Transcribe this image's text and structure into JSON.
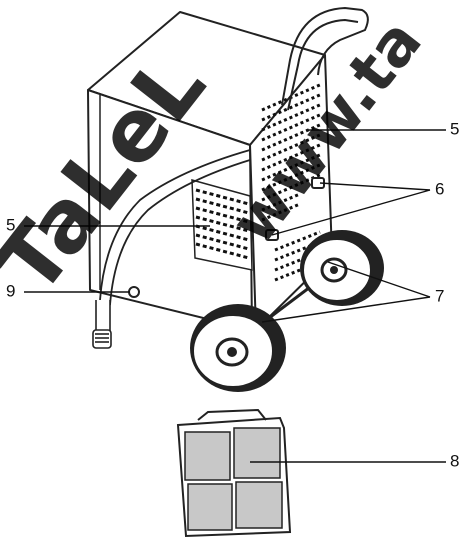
{
  "callouts": {
    "label_5_right": "5",
    "label_6": "6",
    "label_5_left": "5",
    "label_9": "9",
    "label_7": "7",
    "label_8": "8"
  },
  "watermark": {
    "text_1": "TaLeL",
    "text_2": "www.ta"
  }
}
